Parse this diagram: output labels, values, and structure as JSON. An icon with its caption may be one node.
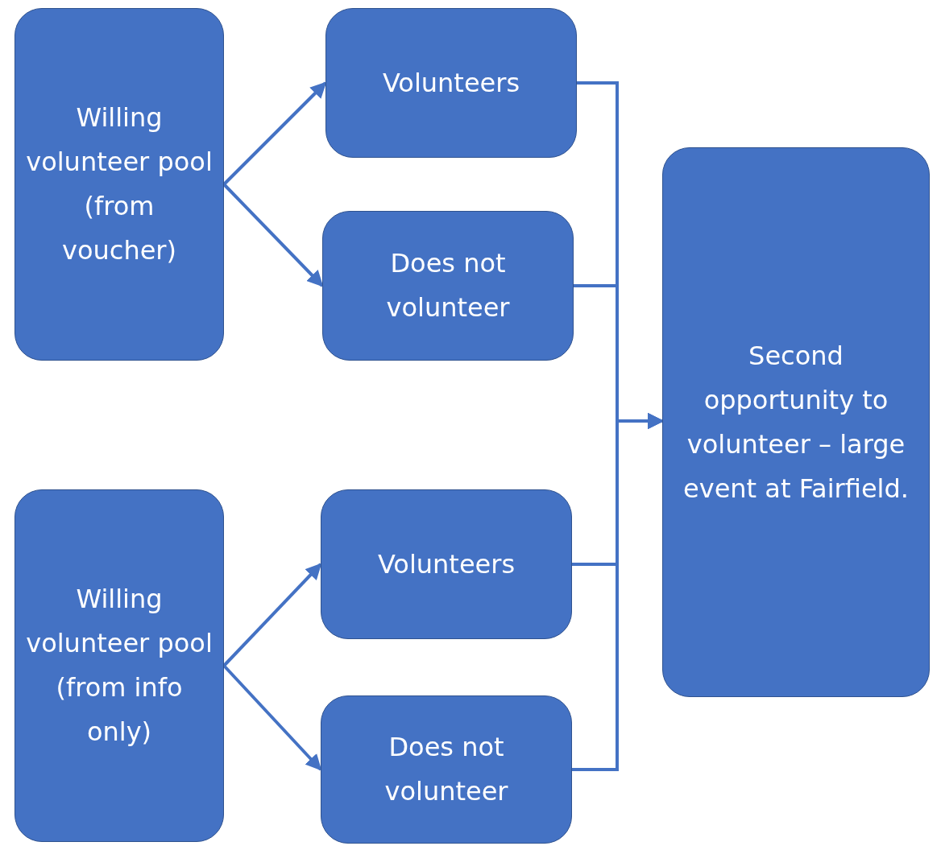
{
  "diagram": {
    "nodes": [
      {
        "text": [
          "Willing volunteer pool (from voucher)"
        ]
      },
      {
        "text": [
          "Volunteers"
        ]
      },
      {
        "text": [
          "Does not volunteer"
        ]
      },
      {
        "text": [
          "Second opportunity to volunteer – large event at Fairfield."
        ]
      },
      {
        "text": [
          "Willing volunteer pool (from info only)"
        ]
      },
      {
        "text": [
          "Volunteers"
        ]
      },
      {
        "text": [
          "Does not volunteer"
        ]
      }
    ],
    "edges": [
      {
        "from": 0,
        "to": 1,
        "arrow": "to"
      },
      {
        "from": 0,
        "to": 2,
        "arrow": "to"
      },
      {
        "from": 1,
        "to": 3,
        "arrow": "to"
      },
      {
        "from": 2,
        "to": 3,
        "arrow": "to"
      },
      {
        "from": 5,
        "to": 3,
        "arrow": "to"
      },
      {
        "from": 6,
        "to": 3,
        "arrow": "to"
      },
      {
        "from": 4,
        "to": 5,
        "arrow": "to"
      },
      {
        "from": 4,
        "to": 6,
        "arrow": "to"
      }
    ]
  }
}
